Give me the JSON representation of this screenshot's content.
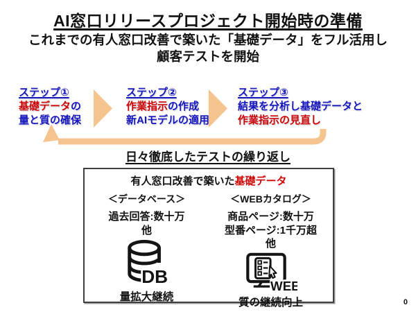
{
  "colors": {
    "blue": "#1616bd",
    "red": "#cc0505",
    "peach": "#f6c48e",
    "ink": "#111111"
  },
  "header": {
    "title": "AI窓口リリースプロジェクト開始時の準備",
    "subtitle_line1": "これまでの有人窓口改善で築いた「基礎データ」をフル活用し",
    "subtitle_line2": "顧客テストを開始"
  },
  "steps": [
    {
      "heading": "ステップ①",
      "line1": [
        {
          "text": "基礎データ",
          "color": "red"
        },
        {
          "text": "の",
          "color": "blue"
        }
      ],
      "line2": [
        {
          "text": "量と質の確保",
          "color": "blue"
        }
      ]
    },
    {
      "heading": "ステップ②",
      "line1": [
        {
          "text": "作業指示",
          "color": "red"
        },
        {
          "text": "の作成",
          "color": "blue"
        }
      ],
      "line2": [
        {
          "text": "新AIモデルの適用",
          "color": "blue"
        }
      ]
    },
    {
      "heading": "ステップ③",
      "line1": [
        {
          "text": "結果を分析し基礎データと",
          "color": "blue"
        }
      ],
      "line2": [
        {
          "text": "作業指示の見直し",
          "color": "red"
        }
      ]
    }
  ],
  "loop_caption": "日々徹底したテストの繰り返し",
  "base_box": {
    "heading": [
      {
        "text": "有人窓口改善で築いた",
        "color": "ink"
      },
      {
        "text": "基礎データ",
        "color": "red"
      }
    ],
    "columns": [
      {
        "title": "＜データベース＞",
        "stats": [
          "過去回答:数十万",
          "他"
        ],
        "icon": "database-icon",
        "icon_label": "DB",
        "caption": "量拡大継続"
      },
      {
        "title": "＜WEBカタログ＞",
        "stats": [
          "商品ページ:数十万",
          "型番ページ:1千万超",
          "他"
        ],
        "icon": "web-monitor-icon",
        "icon_label": "WEB",
        "caption": "質の継続向上"
      }
    ]
  },
  "page_number": "0"
}
